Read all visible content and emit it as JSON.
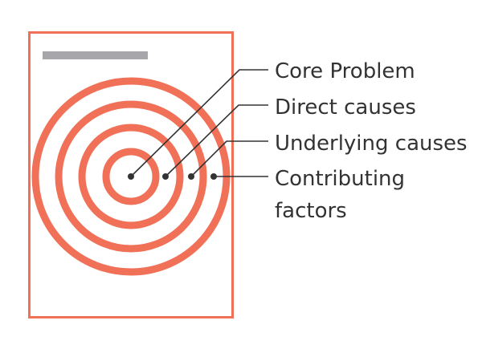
{
  "diagram": {
    "rings": 4,
    "labels": [
      {
        "text": "Core Problem"
      },
      {
        "text": "Direct causes"
      },
      {
        "text": "Underlying causes"
      },
      {
        "text": "Contributing",
        "text2": "factors"
      }
    ]
  },
  "colors": {
    "ring": "#f07158",
    "frame": "#f07158",
    "title_bar": "#a7a7ab",
    "leader": "#333333",
    "dot": "#333333",
    "text": "#333333"
  }
}
